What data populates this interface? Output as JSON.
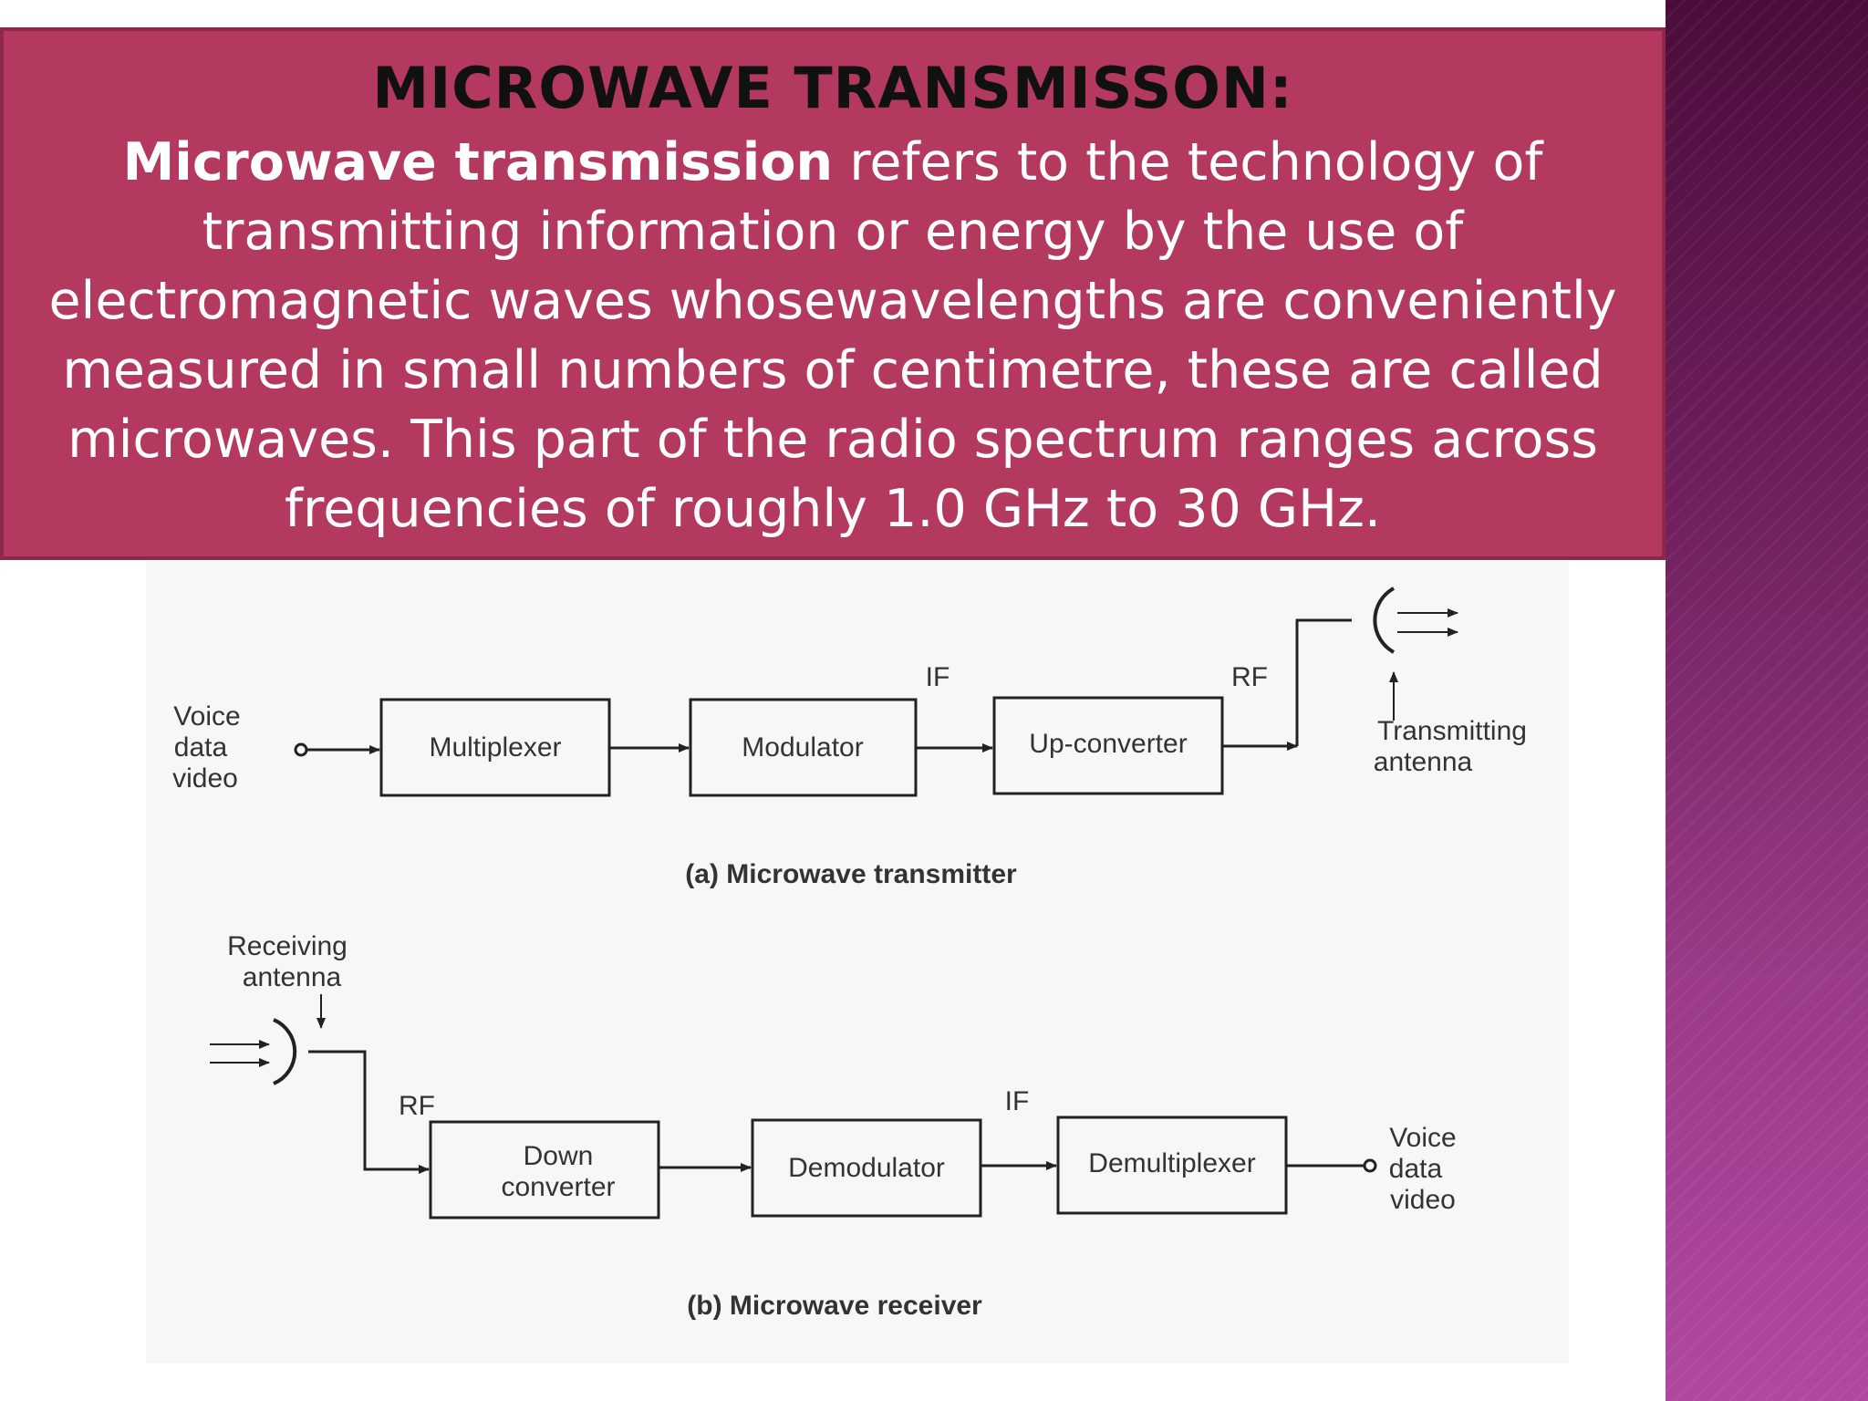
{
  "slide": {
    "title": "MICROWAVE  TRANSMISSON:",
    "description_lead": "Microwave transmission",
    "description_body": " refers to the technology of transmitting information or energy by the use of electromagnetic waves whosewavelengths are conveniently measured in small numbers of centimetre, these are called microwaves. This part of the radio spectrum ranges across frequencies of roughly 1.0 GHz to 30 GHz."
  },
  "transmitter": {
    "input_label_1": "Voice",
    "input_label_2": "data",
    "input_label_3": "video",
    "block_1": "Multiplexer",
    "block_2": "Modulator",
    "block_3": "Up-converter",
    "if_label": "IF",
    "rf_label": "RF",
    "antenna_label_1": "Transmitting",
    "antenna_label_2": "antenna",
    "caption": "(a) Microwave transmitter"
  },
  "receiver": {
    "antenna_label_1": "Receiving",
    "antenna_label_2": "antenna",
    "rf_label": "RF",
    "if_label": "IF",
    "block_1_line_1": "Down",
    "block_1_line_2": "converter",
    "block_2": "Demodulator",
    "block_3": "Demultiplexer",
    "output_label_1": "Voice",
    "output_label_2": "data",
    "output_label_3": "video",
    "caption": "(b) Microwave receiver"
  }
}
